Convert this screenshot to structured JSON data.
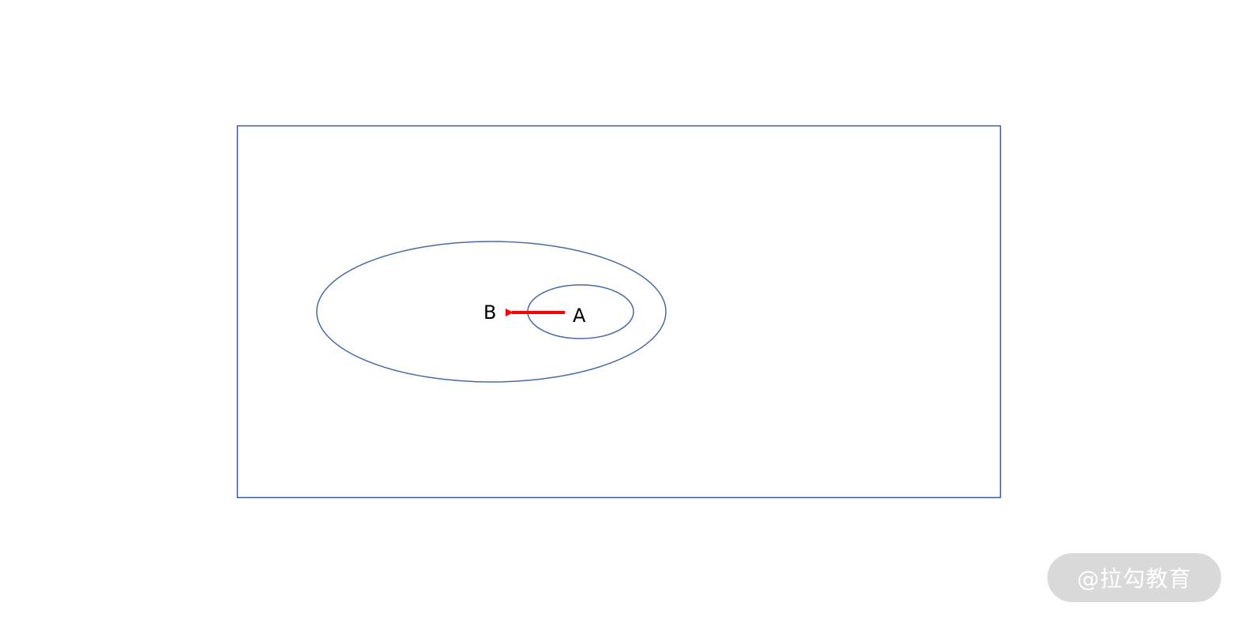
{
  "diagram": {
    "label_b": "B",
    "label_a": "A",
    "colors": {
      "outline": "#3b5998",
      "arrow": "#ff0000",
      "label": "#000000"
    }
  },
  "watermark": {
    "text": "@拉勾教育"
  }
}
